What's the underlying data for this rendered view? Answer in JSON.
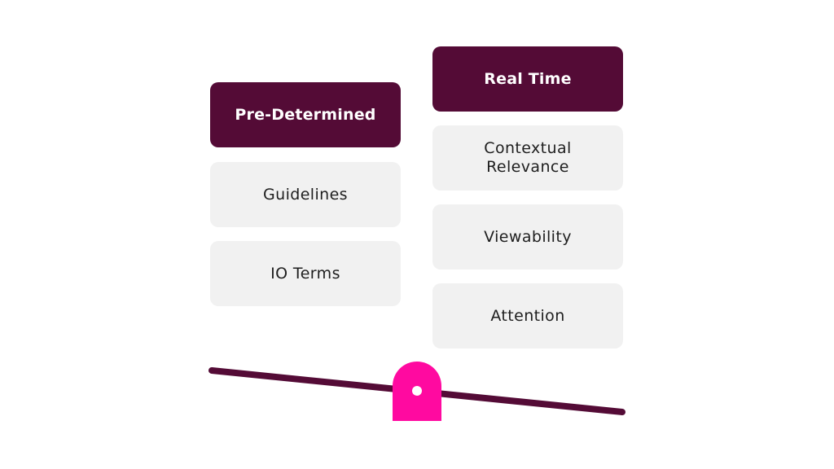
{
  "left_column": {
    "header": "Pre-Determined",
    "items": [
      "Guidelines",
      "IO Terms"
    ]
  },
  "right_column": {
    "header": "Real Time",
    "items": [
      "Contextual\nRelevance",
      "Viewability",
      "Attention"
    ]
  },
  "colors": {
    "header_bg": "#540b36",
    "item_bg": "#f1f1f1",
    "beam": "#540b36",
    "fulcrum": "#ff0aa0"
  }
}
